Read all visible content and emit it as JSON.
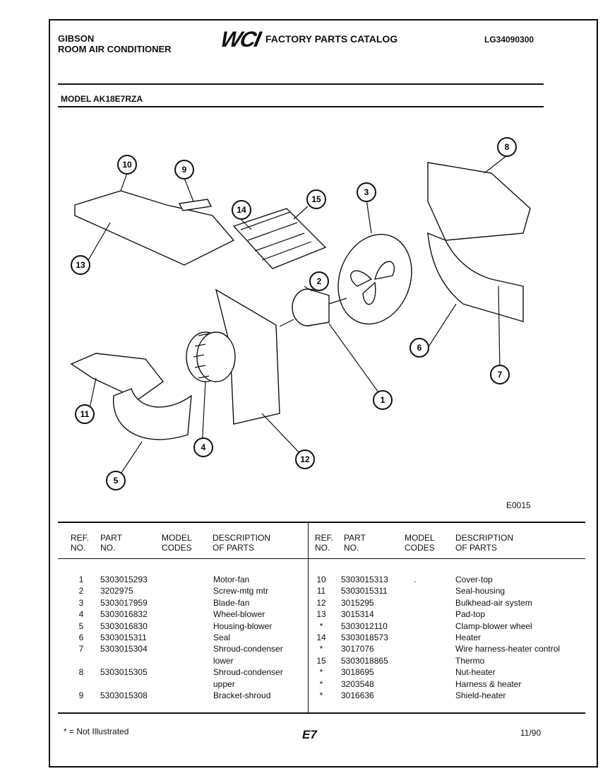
{
  "header": {
    "brand": "GIBSON",
    "product": "ROOM AIR CONDITIONER",
    "logo": "WCI",
    "catalog_title": "FACTORY PARTS CATALOG",
    "document_id": "LG34090300"
  },
  "model_line": "MODEL AK18E7RZA",
  "diagram": {
    "figure_code": "E0015",
    "callouts": [
      "1",
      "2",
      "3",
      "4",
      "5",
      "6",
      "7",
      "8",
      "9",
      "10",
      "11",
      "12",
      "13",
      "14",
      "15"
    ]
  },
  "table": {
    "headers": {
      "ref": [
        "REF.",
        "NO."
      ],
      "part": [
        "PART",
        "NO."
      ],
      "model": [
        "MODEL",
        "CODES"
      ],
      "desc": [
        "DESCRIPTION",
        "OF PARTS"
      ]
    },
    "left": [
      {
        "ref": "1",
        "part": "5303015293",
        "desc": "Motor-fan"
      },
      {
        "ref": "2",
        "part": "3202975",
        "desc": "Screw-mtg mtr"
      },
      {
        "ref": "3",
        "part": "5303017959",
        "desc": "Blade-fan"
      },
      {
        "ref": "4",
        "part": "5303016832",
        "desc": "Wheel-blower"
      },
      {
        "ref": "5",
        "part": "5303016830",
        "desc": "Housing-blower"
      },
      {
        "ref": "6",
        "part": "5303015311",
        "desc": "Seal"
      },
      {
        "ref": "7",
        "part": "5303015304",
        "desc": "Shroud-condenser"
      },
      {
        "ref": "",
        "part": "",
        "desc": "lower"
      },
      {
        "ref": "8",
        "part": "5303015305",
        "desc": "Shroud-condenser"
      },
      {
        "ref": "",
        "part": "",
        "desc": "upper"
      },
      {
        "ref": "9",
        "part": "5303015308",
        "desc": "Bracket-shroud"
      }
    ],
    "right": [
      {
        "ref": "10",
        "part": "5303015313",
        "model": ".",
        "desc": "Cover-top"
      },
      {
        "ref": "11",
        "part": "5303015311",
        "model": "",
        "desc": "Seal-housing"
      },
      {
        "ref": "12",
        "part": "3015295",
        "model": "",
        "desc": "Bulkhead-air system"
      },
      {
        "ref": "13",
        "part": "3015314",
        "model": "",
        "desc": "Pad-top"
      },
      {
        "ref": "*",
        "part": "5303012110",
        "model": "",
        "desc": "Clamp-blower wheel"
      },
      {
        "ref": "14",
        "part": "5303018573",
        "model": "",
        "desc": "Heater"
      },
      {
        "ref": "*",
        "part": "3017076",
        "model": "",
        "desc": "Wire harness-heater control"
      },
      {
        "ref": "15",
        "part": "5303018865",
        "model": "",
        "desc": "Thermo"
      },
      {
        "ref": "*",
        "part": "3018695",
        "model": "",
        "desc": "Nut-heater"
      },
      {
        "ref": "*",
        "part": "3203548",
        "model": "",
        "desc": "Harness & heater"
      },
      {
        "ref": "*",
        "part": "3016636",
        "model": "",
        "desc": "Shield-heater"
      }
    ]
  },
  "footer": {
    "note": "* = Not Illustrated",
    "page": "E7",
    "date": "11/90"
  }
}
